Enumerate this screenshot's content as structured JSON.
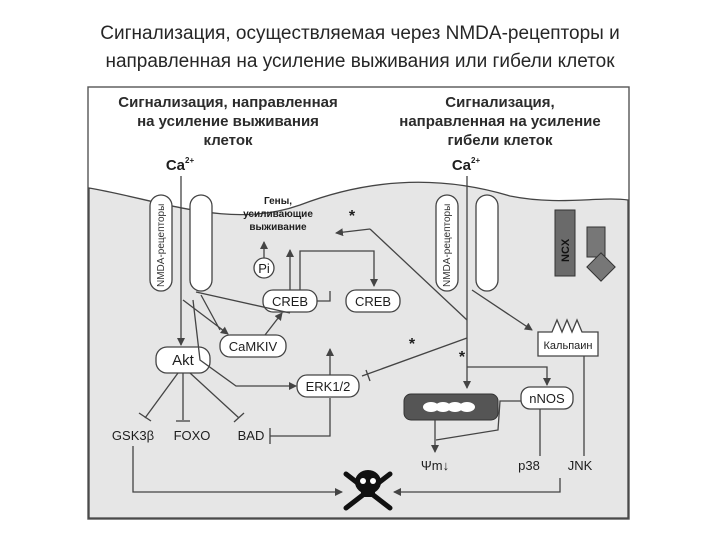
{
  "slide": {
    "title_line1": "Сигнализация, осуществляемая через NMDA-рецепторы и",
    "title_line2": "направленная на усиление выживания или гибели клеток"
  },
  "diagram": {
    "left_header": [
      "Сигнализация, направленная",
      "на усиление выживания",
      "клеток"
    ],
    "right_header": [
      "Сигнализация,",
      "направленная на усиление",
      "гибели клеток"
    ],
    "ca_left": "Ca",
    "ca_right": "Ca",
    "ca_charge": "2+",
    "receptor_label": "NMDA-рецепторы",
    "genes_label": [
      "Гены,",
      "усиливающие",
      "выживание"
    ],
    "pi": "Pi",
    "creb_1": "CREB",
    "creb_2": "CREB",
    "camkiv": "CaMKIV",
    "akt": "Akt",
    "erk": "ERK1/2",
    "gsk": "GSK3β",
    "foxo": "FOXO",
    "bad": "BAD",
    "ncx": "NCX",
    "calpain": "Кальпаин",
    "nnos": "nNOS",
    "psi": "Ψm↓",
    "p38": "p38",
    "jnk": "JNK",
    "asterisk": "*",
    "colors": {
      "cell_fill": "#e6e6e6",
      "line": "#444444",
      "mito_fill": "#555555"
    },
    "icons": [
      "skull-crossbones-icon",
      "mitochondrion-icon"
    ]
  }
}
